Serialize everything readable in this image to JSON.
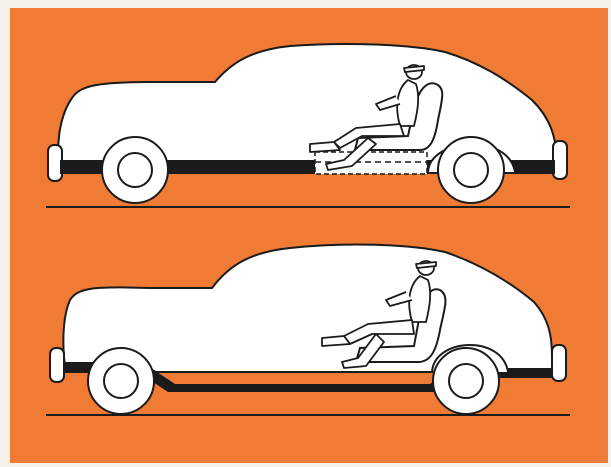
{
  "illustration": {
    "background_color": "#ef7b35",
    "page_color": "#f6f1ea",
    "car_body_color": "#ffffff",
    "frame_color": "#1c1b1b",
    "outline_color": "#1c1b1b",
    "cars": [
      {
        "position": "top",
        "frame_style": "straight-frame-with-raised-floor"
      },
      {
        "position": "bottom",
        "frame_style": "dropped-frame-low-floor"
      }
    ]
  }
}
